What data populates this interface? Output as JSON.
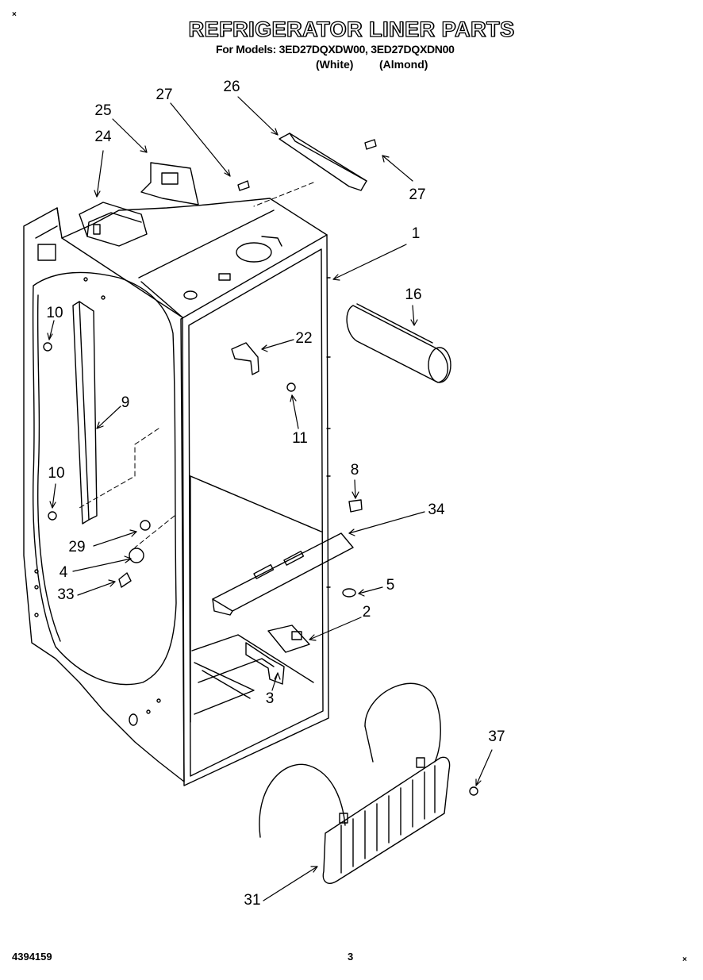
{
  "page": {
    "title": "REFRIGERATOR LINER PARTS",
    "models_line": "For Models: 3ED27DQXDW00, 3ED27DQXDN00",
    "variant_white": "(White)",
    "variant_almond": "(Almond)",
    "doc_number": "4394159",
    "page_number": "3",
    "mark_top": "×",
    "mark_bottom": "×"
  },
  "callouts": [
    "25",
    "27",
    "26",
    "27",
    "24",
    "1",
    "16",
    "10",
    "22",
    "9",
    "11",
    "10",
    "8",
    "34",
    "29",
    "4",
    "5",
    "33",
    "2",
    "3",
    "37",
    "31"
  ]
}
